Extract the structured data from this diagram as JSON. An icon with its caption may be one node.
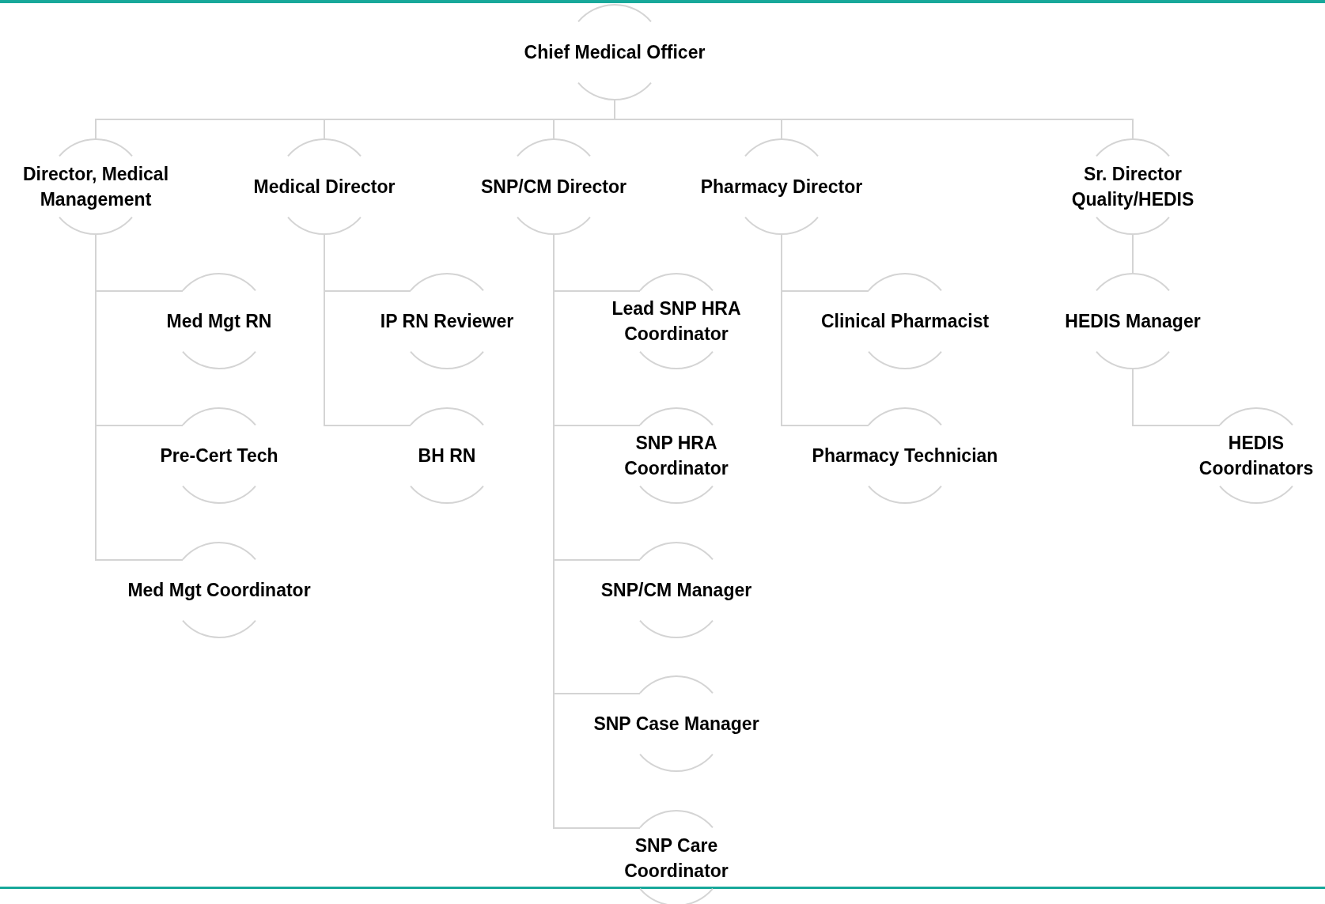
{
  "diagram": {
    "nodes": [
      {
        "text": [
          "Chief Medical Officer"
        ]
      },
      {
        "text": [
          "Director, Medical Management"
        ]
      },
      {
        "text": [
          "Medical Director"
        ]
      },
      {
        "text": [
          "SNP/CM Director"
        ]
      },
      {
        "text": [
          "Pharmacy Director"
        ]
      },
      {
        "text": [
          "Sr. Director Quality/HEDIS"
        ]
      },
      {
        "text": [
          "Med Mgt RN"
        ]
      },
      {
        "text": [
          "Pre-Cert Tech"
        ]
      },
      {
        "text": [
          "Med Mgt Coordinator"
        ]
      },
      {
        "text": [
          "IP RN Reviewer"
        ]
      },
      {
        "text": [
          "BH RN"
        ]
      },
      {
        "text": [
          "Lead SNP HRA Coordinator"
        ]
      },
      {
        "text": [
          "SNP HRA Coordinator"
        ]
      },
      {
        "text": [
          "SNP/CM Manager"
        ]
      },
      {
        "text": [
          "SNP Case Manager"
        ]
      },
      {
        "text": [
          "SNP Care Coordinator"
        ]
      },
      {
        "text": [
          "Clinical Pharmacist"
        ]
      },
      {
        "text": [
          "Pharmacy Technician"
        ]
      },
      {
        "text": [
          "HEDIS Manager"
        ]
      },
      {
        "text": [
          "HEDIS Coordinators"
        ]
      }
    ],
    "edges": [
      {
        "from": 0,
        "to": 1,
        "arrow": "none"
      },
      {
        "from": 0,
        "to": 2,
        "arrow": "none"
      },
      {
        "from": 0,
        "to": 3,
        "arrow": "none"
      },
      {
        "from": 0,
        "to": 4,
        "arrow": "none"
      },
      {
        "from": 0,
        "to": 5,
        "arrow": "none"
      },
      {
        "from": 1,
        "to": 6,
        "arrow": "none"
      },
      {
        "from": 1,
        "to": 7,
        "arrow": "none"
      },
      {
        "from": 1,
        "to": 8,
        "arrow": "none"
      },
      {
        "from": 2,
        "to": 9,
        "arrow": "none"
      },
      {
        "from": 2,
        "to": 10,
        "arrow": "none"
      },
      {
        "from": 3,
        "to": 11,
        "arrow": "none"
      },
      {
        "from": 3,
        "to": 12,
        "arrow": "none"
      },
      {
        "from": 3,
        "to": 13,
        "arrow": "none"
      },
      {
        "from": 3,
        "to": 14,
        "arrow": "none"
      },
      {
        "from": 3,
        "to": 15,
        "arrow": "none"
      },
      {
        "from": 4,
        "to": 16,
        "arrow": "none"
      },
      {
        "from": 4,
        "to": 17,
        "arrow": "none"
      },
      {
        "from": 5,
        "to": 18,
        "arrow": "none"
      },
      {
        "from": 18,
        "to": 19,
        "arrow": "none"
      }
    ]
  }
}
